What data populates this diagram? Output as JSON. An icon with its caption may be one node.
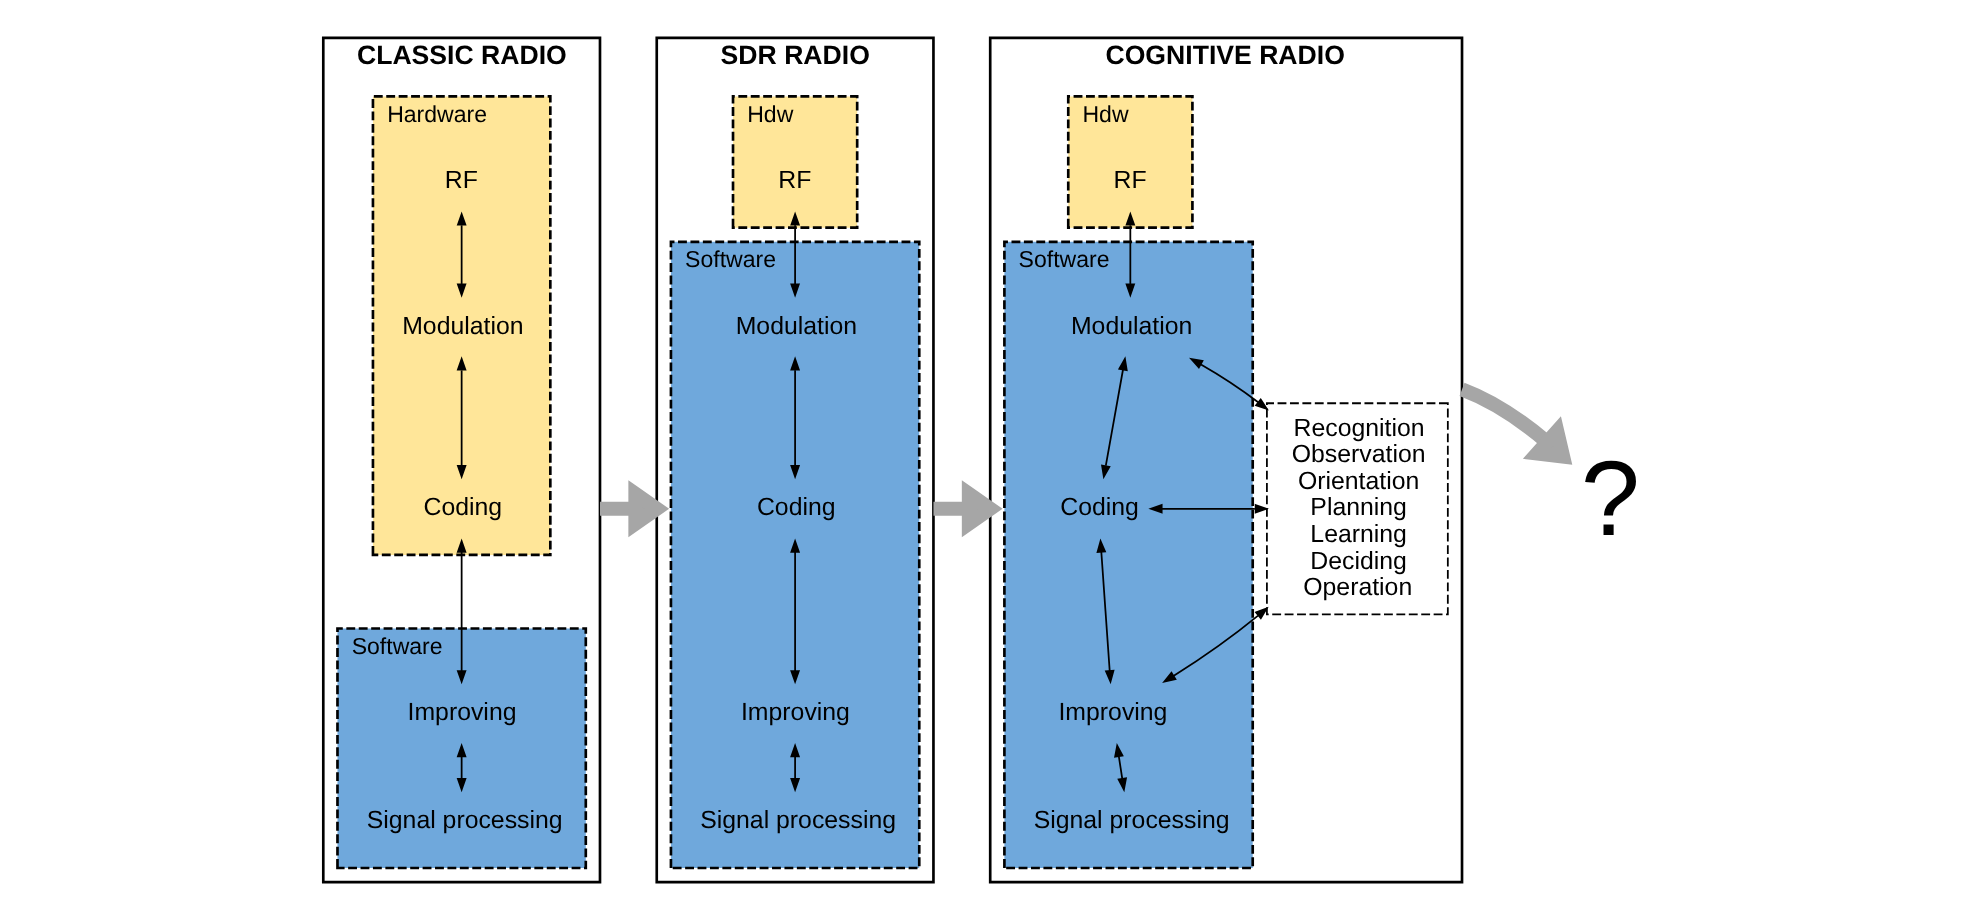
{
  "diagram": {
    "nodes": [
      {
        "text": [
          "CLASSIC RADIO"
        ]
      },
      {
        "text": [
          "Hardware"
        ],
        "in": 0
      },
      {
        "text": [
          "RF"
        ],
        "in": 1
      },
      {
        "text": [
          "Modulation"
        ],
        "in": 1
      },
      {
        "text": [
          "Coding"
        ],
        "in": 1
      },
      {
        "text": [
          "Software"
        ],
        "in": 0
      },
      {
        "text": [
          "Improving"
        ],
        "in": 5
      },
      {
        "text": [
          "Signal processing"
        ],
        "in": 5
      },
      {
        "text": [
          "SDR RADIO"
        ]
      },
      {
        "text": [
          "Hdw"
        ],
        "in": 8
      },
      {
        "text": [
          "RF"
        ],
        "in": 9
      },
      {
        "text": [
          "Software"
        ],
        "in": 8
      },
      {
        "text": [
          "Modulation"
        ],
        "in": 11
      },
      {
        "text": [
          "Coding"
        ],
        "in": 11
      },
      {
        "text": [
          "Improving"
        ],
        "in": 11
      },
      {
        "text": [
          "Signal processing"
        ],
        "in": 11
      },
      {
        "text": [
          "COGNITIVE RADIO"
        ]
      },
      {
        "text": [
          "Hdw"
        ],
        "in": 16
      },
      {
        "text": [
          "RF"
        ],
        "in": 17
      },
      {
        "text": [
          "Software"
        ],
        "in": 16
      },
      {
        "text": [
          "Modulation"
        ],
        "in": 19
      },
      {
        "text": [
          "Coding"
        ],
        "in": 19
      },
      {
        "text": [
          "Improving"
        ],
        "in": 19
      },
      {
        "text": [
          "Signal processing"
        ],
        "in": 19
      },
      {
        "text": [
          "Recognition",
          "Observation",
          "Orientation",
          "Planning",
          "Learning",
          "Deciding",
          "Operation"
        ],
        "in": 16
      },
      {
        "text": [
          "?"
        ]
      }
    ],
    "edges": [
      {
        "from": 2,
        "to": 3,
        "arrow": "both"
      },
      {
        "from": 3,
        "to": 4,
        "arrow": "both"
      },
      {
        "from": 4,
        "to": 6,
        "arrow": "both"
      },
      {
        "from": 6,
        "to": 7,
        "arrow": "both"
      },
      {
        "from": 10,
        "to": 12,
        "arrow": "both"
      },
      {
        "from": 12,
        "to": 13,
        "arrow": "both"
      },
      {
        "from": 13,
        "to": 14,
        "arrow": "both"
      },
      {
        "from": 14,
        "to": 15,
        "arrow": "both"
      },
      {
        "from": 18,
        "to": 20,
        "arrow": "both"
      },
      {
        "from": 20,
        "to": 21,
        "arrow": "both"
      },
      {
        "from": 21,
        "to": 22,
        "arrow": "both"
      },
      {
        "from": 22,
        "to": 23,
        "arrow": "both"
      },
      {
        "from": 20,
        "to": 24,
        "arrow": "both"
      },
      {
        "from": 21,
        "to": 24,
        "arrow": "both"
      },
      {
        "from": 22,
        "to": 24,
        "arrow": "both"
      },
      {
        "from": 0,
        "to": 8,
        "arrow": "to",
        "style": "thick",
        "color": "#a6a6a6"
      },
      {
        "from": 8,
        "to": 16,
        "arrow": "to",
        "style": "thick",
        "color": "#a6a6a6"
      },
      {
        "from": 16,
        "to": 25,
        "arrow": "to",
        "style": "thick",
        "color": "#a6a6a6"
      }
    ]
  }
}
